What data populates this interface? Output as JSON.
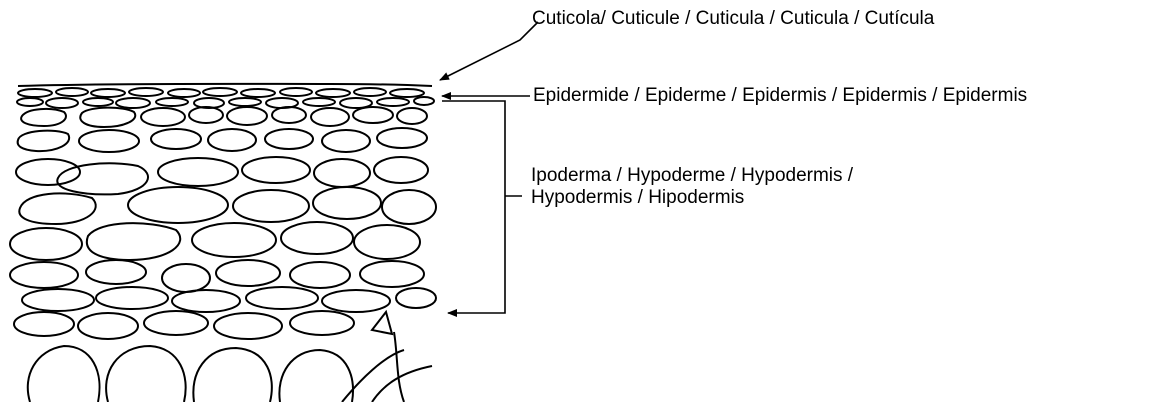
{
  "labels": {
    "cuticle": "Cuticola/ Cuticule / Cuticula / Cuticula / Cutícula",
    "epidermis": "Epidermide / Epiderme / Epidermis / Epidermis / Epidermis",
    "hypodermis_line1": "Ipoderma / Hypoderme / Hypodermis /",
    "hypodermis_line2": "Hypodermis / Hipodermis"
  },
  "colors": {
    "ink": "#000000",
    "background": "#ffffff"
  }
}
